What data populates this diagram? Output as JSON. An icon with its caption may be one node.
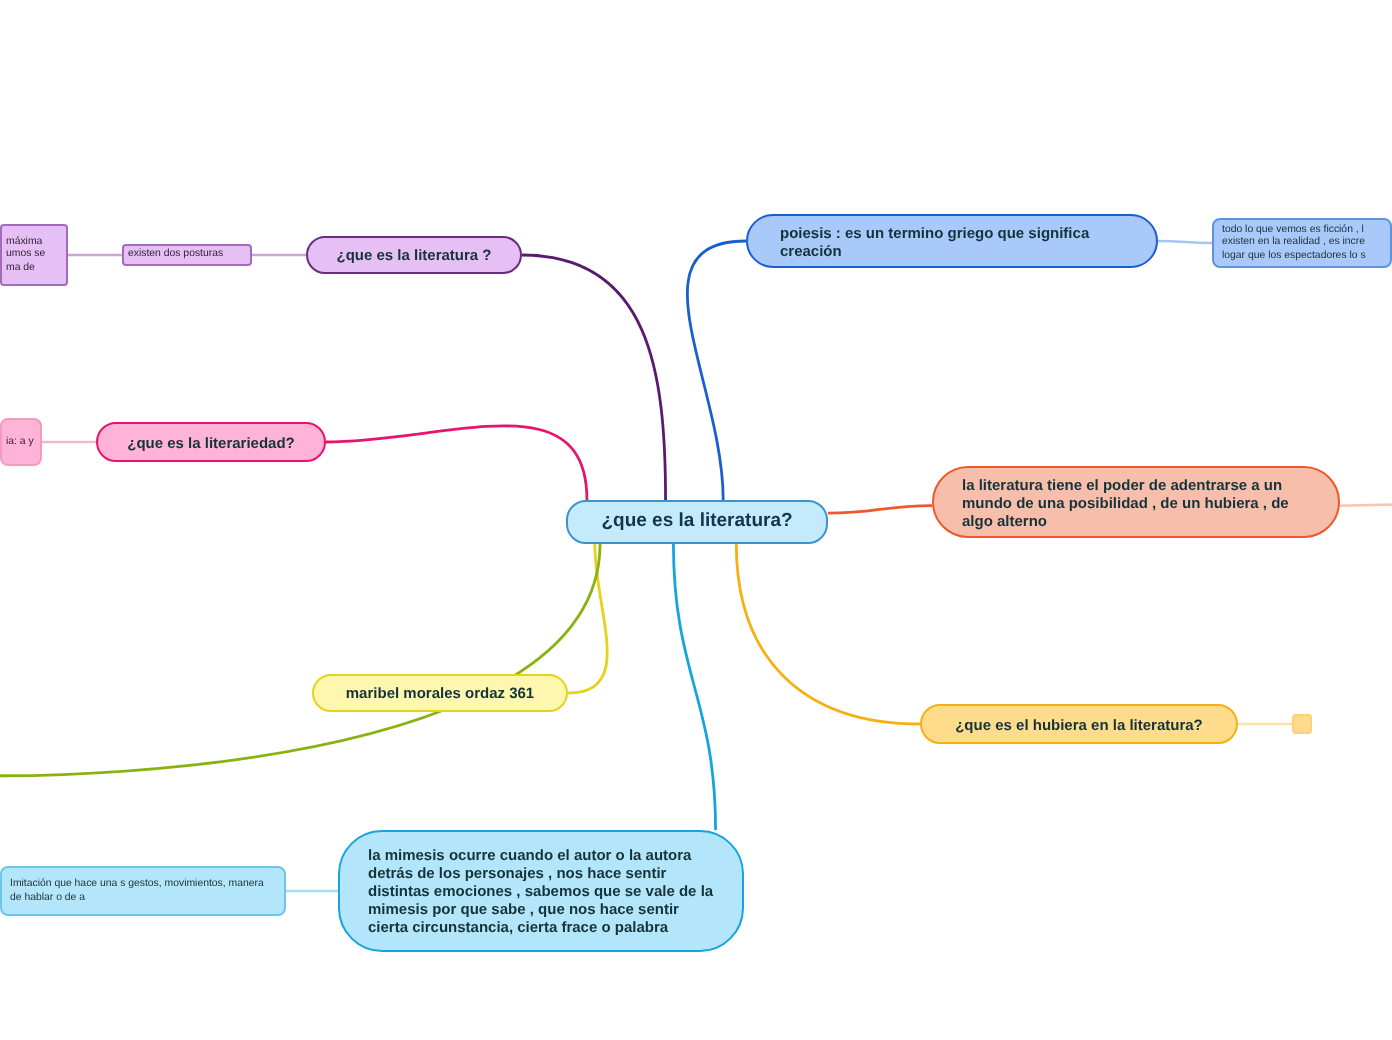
{
  "diagram": {
    "nodes": [
      {
        "text": [
          "¿que es la literatura?"
        ]
      },
      {
        "text": [
          "¿que es la literatura ?"
        ]
      },
      {
        "text": [
          "existen dos posturas"
        ]
      },
      {
        "text": [
          "máxima umos se ma de"
        ]
      },
      {
        "text": [
          "¿que es la literariedad?"
        ]
      },
      {
        "text": [
          "ia: a y"
        ]
      },
      {
        "text": [
          "maribel morales ordaz 361"
        ]
      },
      {
        "text": [
          "la mimesis ocurre cuando el autor o la autora  detrás de los personajes , nos hace sentir distintas emociones , sabemos que se vale de la mimesis por que sabe , que nos hace sentir cierta circunstancia, cierta frace o palabra"
        ]
      },
      {
        "text": [
          "Imitación que hace una s gestos, movimientos, manera de hablar o de a"
        ]
      },
      {
        "text": [
          "poiesis : es un termino griego que significa creación"
        ]
      },
      {
        "text": [
          "todo lo que vemos es ficción , l existen en la realidad , es incre logar que los espectadores lo s"
        ]
      },
      {
        "text": [
          "la literatura tiene el poder de adentrarse a un mundo de una posibilidad , de un hubiera , de algo alterno"
        ]
      },
      {
        "text": [
          "¿que es el hubiera en la literatura?"
        ]
      },
      {
        "text": [],
        "shape": "box"
      }
    ],
    "edges": [
      {
        "from": 0,
        "to": 1,
        "arrow": "none",
        "color": "#5a1a6e"
      },
      {
        "from": 1,
        "to": 2,
        "arrow": "none",
        "color": "#c9a6d6"
      },
      {
        "from": 2,
        "to": 3,
        "arrow": "none",
        "color": "#c9a6d6"
      },
      {
        "from": 0,
        "to": 4,
        "arrow": "none",
        "color": "#e8136f"
      },
      {
        "from": 4,
        "to": 5,
        "arrow": "none",
        "color": "#f7b6cf"
      },
      {
        "from": 0,
        "to": 6,
        "arrow": "none",
        "color": "#e6d21a"
      },
      {
        "from": 0,
        "to": null,
        "arrow": "none",
        "color": "#8ab20e"
      },
      {
        "from": 0,
        "to": 7,
        "arrow": "none",
        "color": "#16a3e0"
      },
      {
        "from": 7,
        "to": 8,
        "arrow": "none",
        "color": "#a8dcf2"
      },
      {
        "from": 0,
        "to": 9,
        "arrow": "none",
        "color": "#1a5fd0"
      },
      {
        "from": 9,
        "to": 10,
        "arrow": "none",
        "color": "#a6c6f2"
      },
      {
        "from": 0,
        "to": 11,
        "arrow": "none",
        "color": "#f0572a"
      },
      {
        "from": 11,
        "to": null,
        "arrow": "none",
        "color": "#f8c4b2"
      },
      {
        "from": 0,
        "to": 12,
        "arrow": "none",
        "color": "#f5b014"
      },
      {
        "from": 12,
        "to": 13,
        "arrow": "none",
        "color": "#fbe3a6"
      }
    ]
  }
}
